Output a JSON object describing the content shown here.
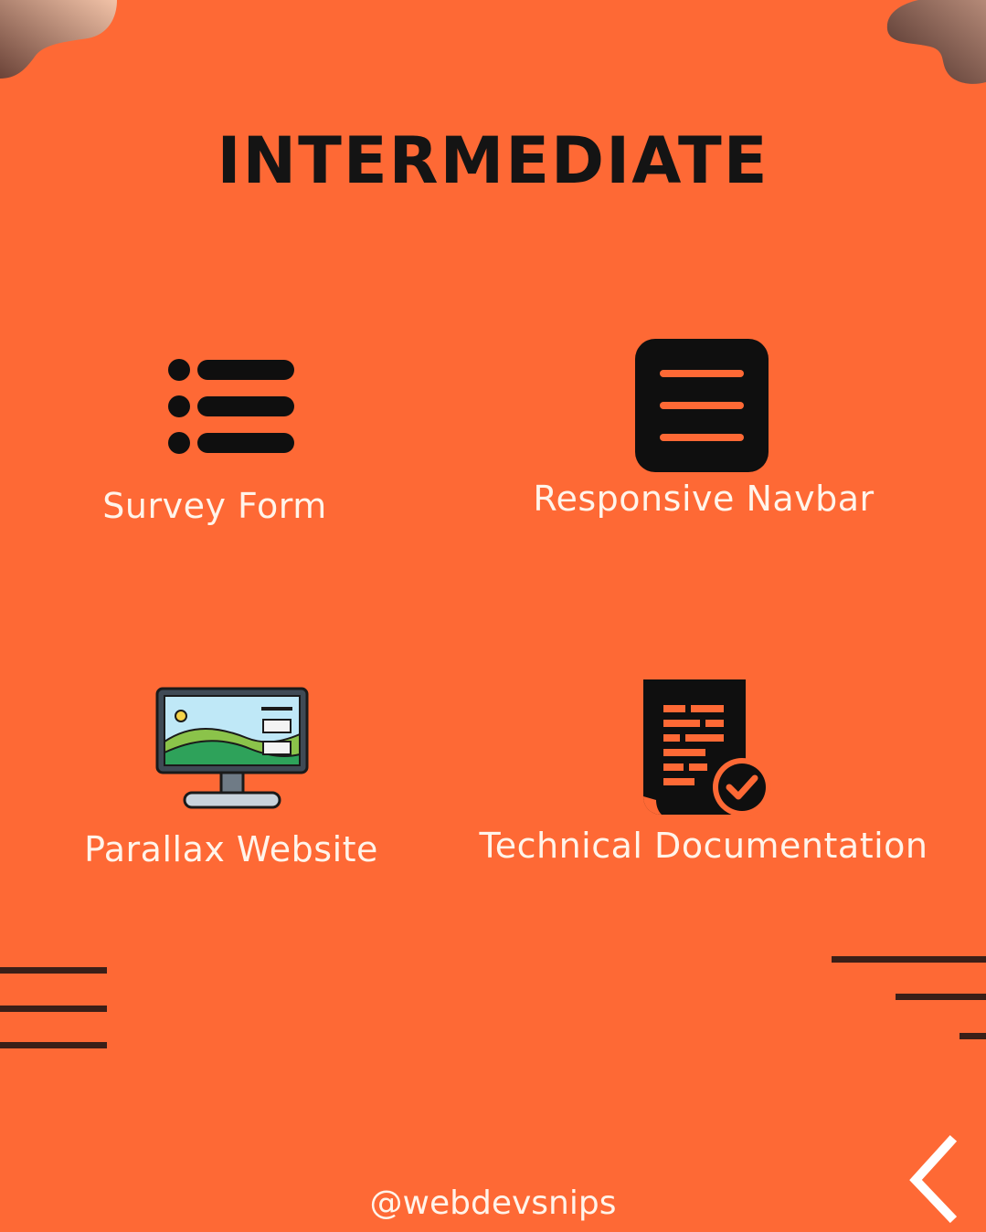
{
  "title": "INTERMEDIATE",
  "items": [
    {
      "label": "Survey Form",
      "icon": "list-icon"
    },
    {
      "label": "Responsive Navbar",
      "icon": "hamburger-menu-icon"
    },
    {
      "label": "Parallax Website",
      "icon": "monitor-landscape-icon"
    },
    {
      "label": "Technical Documentation",
      "icon": "document-check-icon"
    }
  ],
  "footer": {
    "handle": "@webdevsnips"
  },
  "colors": {
    "background": "#fe6935",
    "text_dark": "#141414",
    "text_light": "#fff4ea",
    "accent_blob": "#5a3a33"
  },
  "navigation": {
    "previous_icon": "chevron-left-icon"
  }
}
